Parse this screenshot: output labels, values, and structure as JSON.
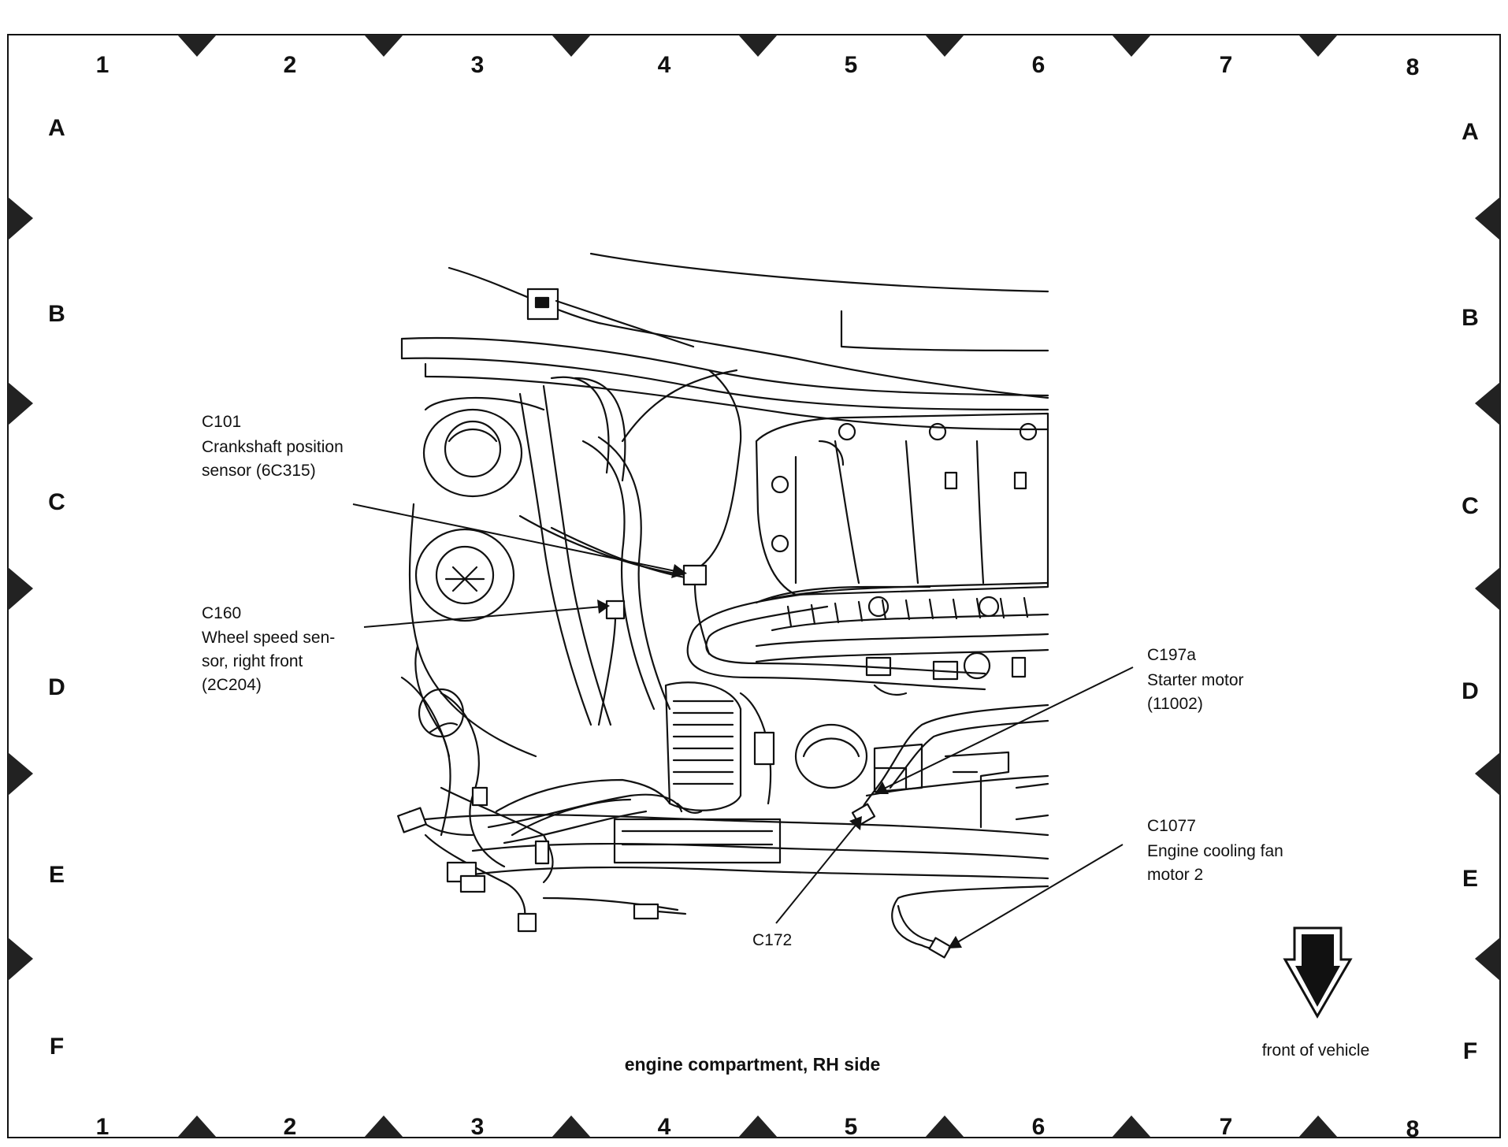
{
  "grid": {
    "columns": [
      "1",
      "2",
      "3",
      "4",
      "5",
      "6",
      "7",
      "8"
    ],
    "rows": [
      "A",
      "B",
      "C",
      "D",
      "E",
      "F"
    ]
  },
  "callouts": {
    "c101": {
      "code": "C101",
      "line1": "Crankshaft position",
      "line2": "sensor (6C315)"
    },
    "c160": {
      "code": "C160",
      "line1": "Wheel speed sen-",
      "line2": "sor, right front",
      "line3": "(2C204)"
    },
    "c197a": {
      "code": "C197a",
      "line1": "Starter motor",
      "line2": "(11002)"
    },
    "c1077": {
      "code": "C1077",
      "line1": "Engine cooling fan",
      "line2": "motor 2"
    },
    "c172": {
      "code": "C172"
    }
  },
  "caption": "engine compartment, RH side",
  "front_label": "front of vehicle"
}
